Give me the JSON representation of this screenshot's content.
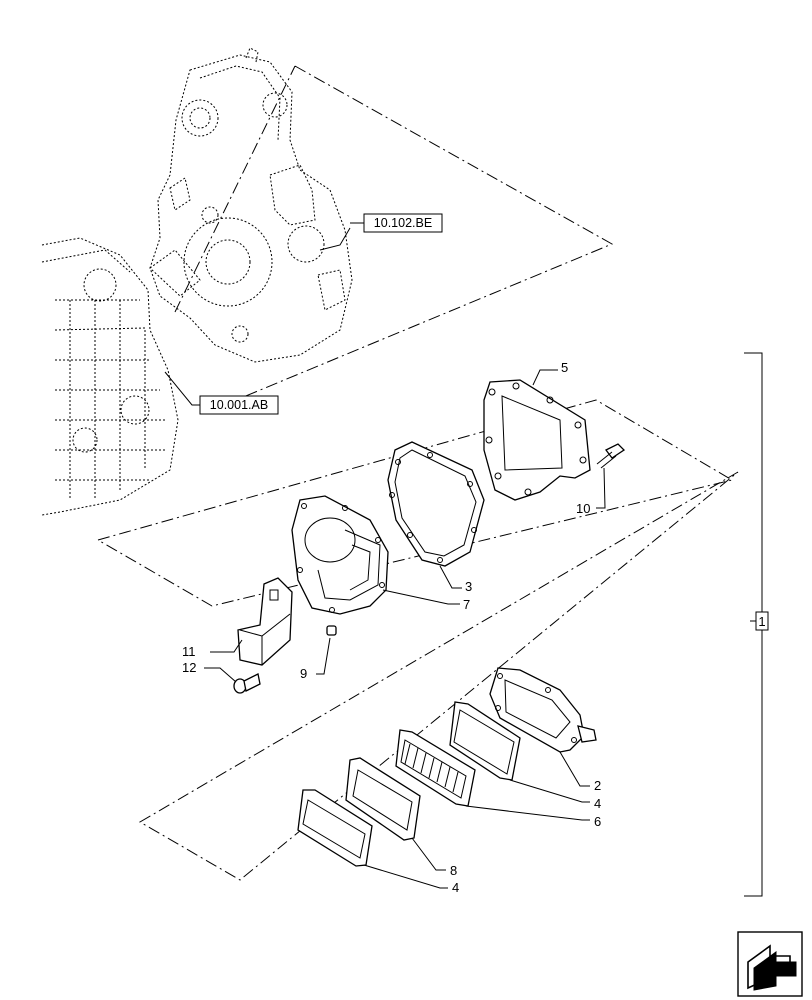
{
  "references": {
    "timing_cover": "10.102.BE",
    "engine_block": "10.001.AB"
  },
  "bracket_label": "1",
  "callouts": {
    "c5": "5",
    "c10": "10",
    "c3": "3",
    "c7": "7",
    "c11": "11",
    "c12": "12",
    "c9": "9",
    "c2": "2",
    "c4a": "4",
    "c6": "6",
    "c8": "8",
    "c4b": "4"
  },
  "nav": {
    "icon": "next-page-arrow-icon"
  }
}
